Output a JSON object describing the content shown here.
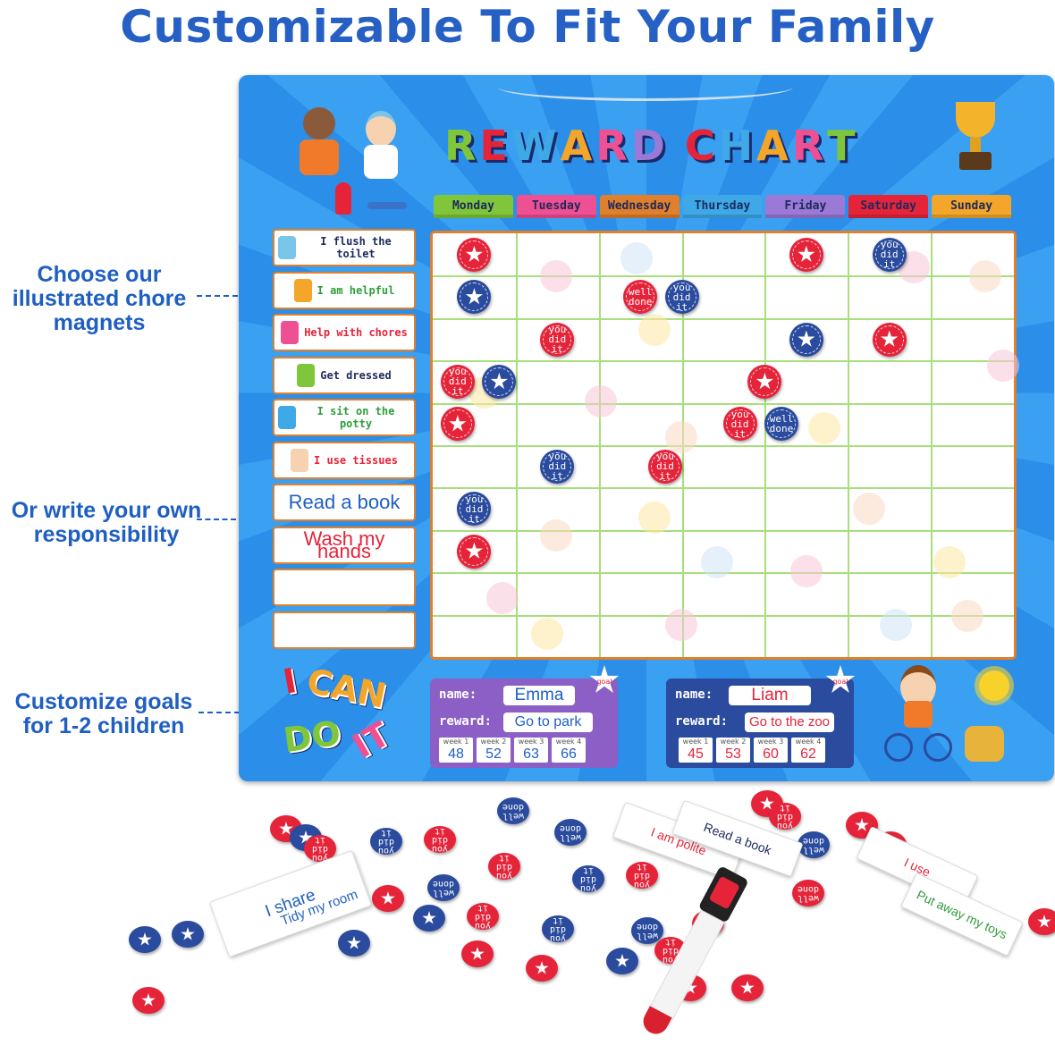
{
  "headline": "Customizable To Fit Your Family",
  "callouts": {
    "chore_magnets": "Choose our illustrated chore magnets",
    "own_responsibility": "Or write your own responsibility",
    "goals": "Customize goals for 1-2 children"
  },
  "board": {
    "title": "REWARD CHART",
    "days": [
      "Monday",
      "Tuesday",
      "Wednesday",
      "Thursday",
      "Friday",
      "Saturday",
      "Sunday"
    ],
    "day_colors": [
      "#7fc63a",
      "#ef4f93",
      "#e07f2c",
      "#3fa9e8",
      "#9a7ad6",
      "#e5243a",
      "#f3a62a"
    ],
    "chores": [
      {
        "label": "I flush the toilet",
        "color": "#1d2a5c"
      },
      {
        "label": "I am helpful",
        "color": "#2f9e3a"
      },
      {
        "label": "Help with chores",
        "color": "#e5243a"
      },
      {
        "label": "Get dressed",
        "color": "#1d2a5c"
      },
      {
        "label": "I sit on the potty",
        "color": "#2f9e3a"
      },
      {
        "label": "I use tissues",
        "color": "#e5243a"
      },
      {
        "label": "Read a book",
        "color": "#1f5fc2"
      },
      {
        "label": "Wash my hands",
        "color": "#e5243a"
      },
      {
        "label": "",
        "color": "#1d2a5c"
      },
      {
        "label": "",
        "color": "#1d2a5c"
      }
    ],
    "magnet_texts": {
      "you_did_it": "you did it",
      "well_done": "well done"
    },
    "magnets": [
      {
        "row": 0,
        "col": 0,
        "kind": "star",
        "color": "red"
      },
      {
        "row": 0,
        "col": 4,
        "kind": "star",
        "color": "red"
      },
      {
        "row": 0,
        "col": 5,
        "kind": "you_did_it",
        "color": "blue"
      },
      {
        "row": 1,
        "col": 0,
        "kind": "star",
        "color": "blue"
      },
      {
        "row": 1,
        "col": 2,
        "kind": "well_done",
        "color": "red"
      },
      {
        "row": 1,
        "col": 2.5,
        "kind": "you_did_it",
        "color": "blue"
      },
      {
        "row": 2,
        "col": 1,
        "kind": "you_did_it",
        "color": "red"
      },
      {
        "row": 2,
        "col": 4,
        "kind": "star",
        "color": "blue"
      },
      {
        "row": 2,
        "col": 5,
        "kind": "star",
        "color": "red"
      },
      {
        "row": 3,
        "col": -0.2,
        "kind": "you_did_it",
        "color": "red"
      },
      {
        "row": 3,
        "col": 0.3,
        "kind": "star",
        "color": "blue"
      },
      {
        "row": 3,
        "col": 3.5,
        "kind": "star",
        "color": "red"
      },
      {
        "row": 4,
        "col": -0.2,
        "kind": "star",
        "color": "red"
      },
      {
        "row": 4,
        "col": 3.2,
        "kind": "you_did_it",
        "color": "red"
      },
      {
        "row": 4,
        "col": 3.7,
        "kind": "well_done",
        "color": "blue"
      },
      {
        "row": 5,
        "col": 1,
        "kind": "you_did_it",
        "color": "blue"
      },
      {
        "row": 5,
        "col": 2.3,
        "kind": "you_did_it",
        "color": "red"
      },
      {
        "row": 6,
        "col": 0,
        "kind": "you_did_it",
        "color": "blue"
      },
      {
        "row": 7,
        "col": 0,
        "kind": "star",
        "color": "red"
      }
    ],
    "slogan": [
      "I",
      "CAN",
      "DO",
      "IT"
    ],
    "goals": [
      {
        "badge": "goal",
        "name_label": "name:",
        "name": "Emma",
        "reward_label": "reward:",
        "reward": "Go to park",
        "weeks": [
          {
            "label": "week 1",
            "value": "48"
          },
          {
            "label": "week 2",
            "value": "52"
          },
          {
            "label": "week 3",
            "value": "63"
          },
          {
            "label": "week 4",
            "value": "66"
          }
        ]
      },
      {
        "badge": "goal",
        "name_label": "name:",
        "name": "Liam",
        "reward_label": "reward:",
        "reward": "Go to the zoo",
        "weeks": [
          {
            "label": "week 1",
            "value": "45"
          },
          {
            "label": "week 2",
            "value": "53"
          },
          {
            "label": "week 3",
            "value": "60"
          },
          {
            "label": "week 4",
            "value": "62"
          }
        ]
      }
    ]
  },
  "loose_pieces": {
    "strips": [
      "I share",
      "Tidy my room",
      "I am polite",
      "Read a book",
      "I use",
      "Put away my toys"
    ]
  },
  "colors": {
    "headline": "#2660c4",
    "board": "#2b8ee8",
    "grid_border": "#e07f2c",
    "grid_lines": "#a7e07a"
  }
}
